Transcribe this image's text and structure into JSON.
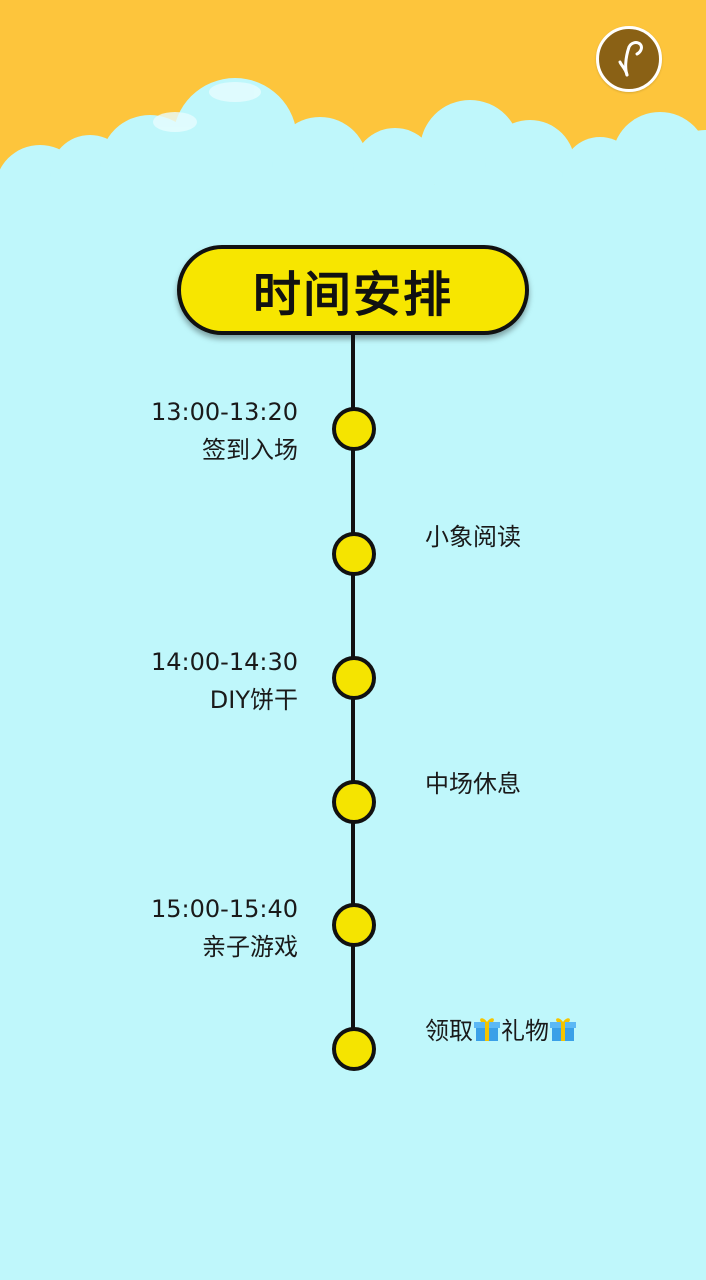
{
  "header": {
    "title": "时间安排"
  },
  "music_button": {
    "icon": "music-note-icon"
  },
  "colors": {
    "background": "#bff7fb",
    "header_orange": "#fdc53c",
    "pill_yellow": "#f7e600",
    "dot_yellow": "#f5e400",
    "badge_brown": "#8a6115"
  },
  "schedule": [
    {
      "time": "13:00-13:20",
      "label": "签到入场"
    },
    {
      "label": "小象阅读"
    },
    {
      "time": "14:00-14:30",
      "label": "DIY饼干"
    },
    {
      "label": "中场休息"
    },
    {
      "time": "15:00-15:40",
      "label": "亲子游戏"
    },
    {
      "label_part1": "领取",
      "label_part2": "礼物",
      "icon": "gift-icon"
    }
  ]
}
